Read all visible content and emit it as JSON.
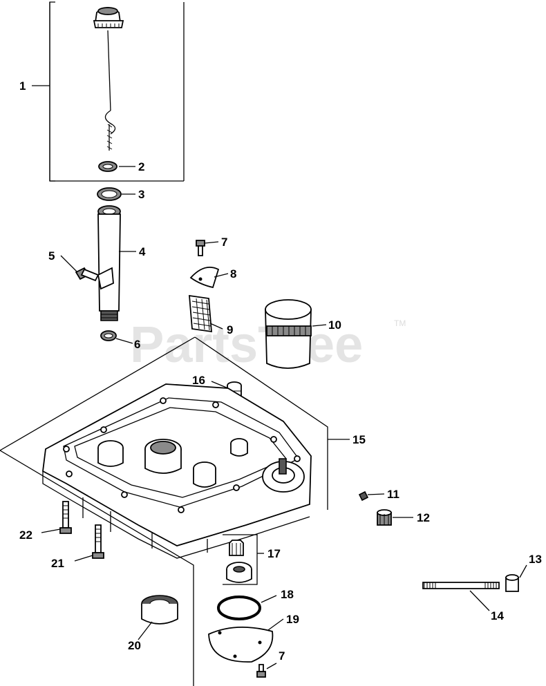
{
  "watermark": {
    "text": "PartsTree",
    "trademark": "TM"
  },
  "callouts": {
    "c1": "1",
    "c2": "2",
    "c3": "3",
    "c4": "4",
    "c5": "5",
    "c6": "6",
    "c7a": "7",
    "c8": "8",
    "c9": "9",
    "c10": "10",
    "c11": "11",
    "c12": "12",
    "c13": "13",
    "c14": "14",
    "c15": "15",
    "c16": "16",
    "c17": "17",
    "c18": "18",
    "c19": "19",
    "c20": "20",
    "c21": "21",
    "c22": "22",
    "c7b": "7"
  }
}
